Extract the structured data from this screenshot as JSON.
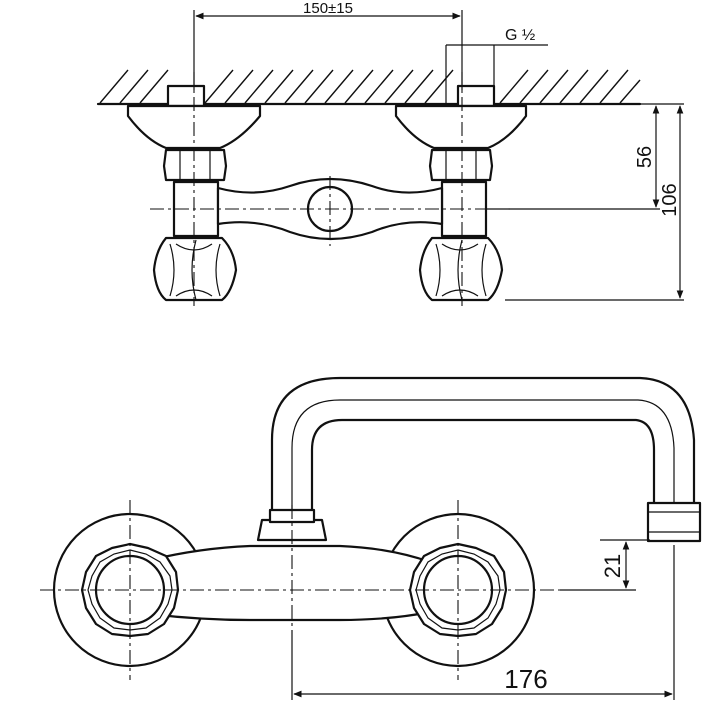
{
  "dimensions": {
    "spacing": "150±15",
    "thread": "G ½",
    "axis_depth": "56",
    "total_depth": "106",
    "spout_height": "21",
    "spout_reach": "176"
  },
  "colors": {
    "line": "#111111",
    "background": "#ffffff"
  }
}
